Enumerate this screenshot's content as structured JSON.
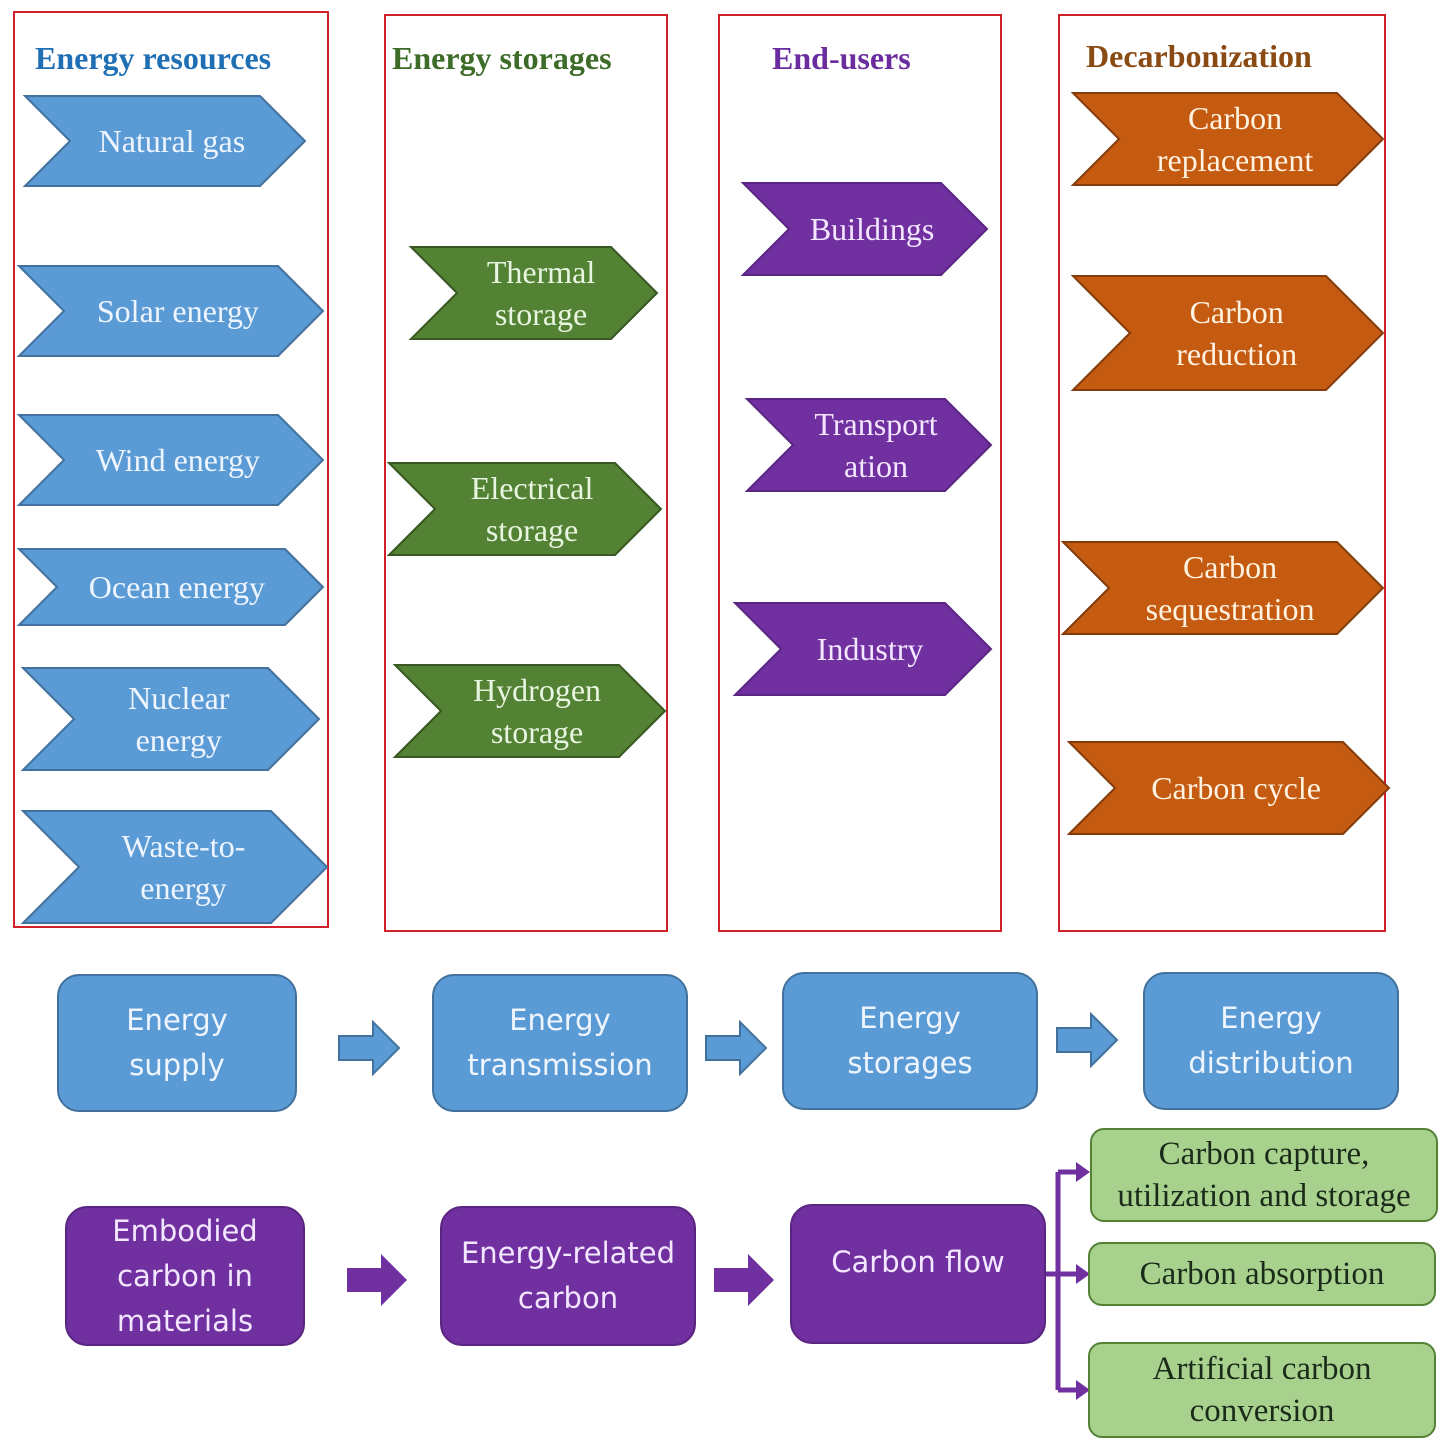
{
  "colors": {
    "panel_border": "#d0202a",
    "resources": "#5b9bd5",
    "storages": "#548235",
    "end_users": "#7030a0",
    "decarbonization": "#c55a11",
    "green_box": "#a9d18e"
  },
  "panels": [
    {
      "title": "Energy resources",
      "title_color": "#1f6fb5",
      "items": [
        "Natural gas",
        "Solar energy",
        "Wind energy",
        "Ocean energy",
        "Nuclear energy",
        "Waste-to-energy"
      ]
    },
    {
      "title": "Energy storages",
      "title_color": "#3d6b28",
      "items": [
        "Thermal storage",
        "Electrical storage",
        "Hydrogen storage"
      ]
    },
    {
      "title": "End-users",
      "title_color": "#6a2c9e",
      "items": [
        "Buildings",
        "Transport ation",
        "Industry"
      ]
    },
    {
      "title": "Decarbonization",
      "title_color": "#8a4a14",
      "items": [
        "Carbon replacement",
        "Carbon reduction",
        "Carbon sequestration",
        "Carbon cycle"
      ]
    }
  ],
  "chevron_lines": {
    "p0": [
      [
        "Natural gas"
      ],
      [
        "Solar energy"
      ],
      [
        "Wind energy"
      ],
      [
        "Ocean energy"
      ],
      [
        "Nuclear",
        "energy"
      ],
      [
        "Waste-to-",
        "energy"
      ]
    ],
    "p1": [
      [
        "Thermal",
        "storage"
      ],
      [
        "Electrical",
        "storage"
      ],
      [
        "Hydrogen",
        "storage"
      ]
    ],
    "p2": [
      [
        "Buildings"
      ],
      [
        "Transport",
        "ation"
      ],
      [
        "Industry"
      ]
    ],
    "p3": [
      [
        "Carbon",
        "replacement"
      ],
      [
        "Carbon",
        "reduction"
      ],
      [
        "Carbon",
        "sequestration"
      ],
      [
        "Carbon cycle"
      ]
    ]
  },
  "energy_flow": [
    [
      "Energy",
      "supply"
    ],
    [
      "Energy",
      "transmission"
    ],
    [
      "Energy",
      "storages"
    ],
    [
      "Energy",
      "distribution"
    ]
  ],
  "carbon_flow": [
    [
      "Embodied",
      "carbon in",
      "materials"
    ],
    [
      "Energy-related",
      "carbon"
    ],
    [
      "Carbon flow"
    ]
  ],
  "carbon_outcomes": [
    [
      "Carbon capture,",
      "utilization and storage"
    ],
    [
      "Carbon absorption"
    ],
    [
      "Artificial carbon",
      "conversion"
    ]
  ]
}
